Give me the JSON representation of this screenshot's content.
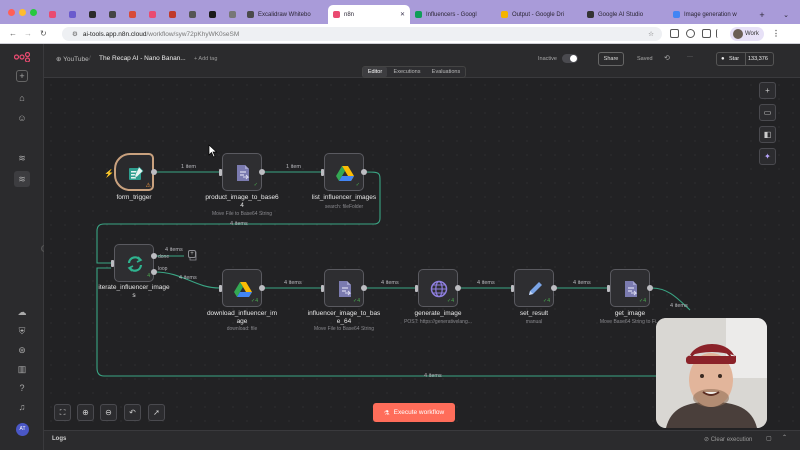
{
  "browser": {
    "tabs": [
      {
        "label": "Excalidraw Whitebo",
        "fav": "#4a4a4a"
      },
      {
        "label": "n8n",
        "fav": "#ea4b71"
      },
      {
        "label": "Influencers - Googl",
        "fav": "#0f9d58"
      },
      {
        "label": "Output - Google Dri",
        "fav": "#f4b400"
      },
      {
        "label": "Google AI Studio",
        "fav": "#333333"
      },
      {
        "label": "Image generation w",
        "fav": "#4285f4"
      }
    ],
    "url_host": "ai-tools.app.n8n.cloud",
    "url_path": "/workflow/syw72pKhyWK0seSM",
    "profile": "Work"
  },
  "header": {
    "project": "YouTube",
    "workflow_name": "The Recap AI - Nano Banan...",
    "add_tag": "+ Add tag",
    "tabs": [
      "Editor",
      "Executions",
      "Evaluations"
    ],
    "active_tab": "Editor",
    "inactive_label": "Inactive",
    "share_label": "Share",
    "saved_label": "Saved",
    "more_label": "···",
    "star_label": "Star",
    "star_count": "133,376"
  },
  "nodes": [
    {
      "id": "form_trigger",
      "label": "form_trigger",
      "sub": ""
    },
    {
      "id": "product_image_to_base64",
      "label": "product_image_to_base6\n4",
      "sub": "Move File to Base64 String"
    },
    {
      "id": "list_influencer_images",
      "label": "list_influencer_images",
      "sub": "search: fileFolder"
    },
    {
      "id": "iterate_influencer_images",
      "label": "iterate_influencer_image\ns",
      "sub": ""
    },
    {
      "id": "download_influencer_image",
      "label": "download_influencer_im\nage",
      "sub": "download: file"
    },
    {
      "id": "influencer_image_to_base_64",
      "label": "influencer_image_to_bas\ne_64",
      "sub": "Move File to Base64 String"
    },
    {
      "id": "generate_image",
      "label": "generate_image",
      "sub": "POST: https://generativelang..."
    },
    {
      "id": "set_result",
      "label": "set_result",
      "sub": "manual"
    },
    {
      "id": "get_image",
      "label": "get_image",
      "sub": "Move Base64 String to Fi..."
    }
  ],
  "edges": {
    "e1": "1 item",
    "e2": "1 item",
    "loopback": "4 items",
    "done": "4 items",
    "done_port": "done",
    "loop_port": "loop",
    "loop": "4 items",
    "e5": "4 items",
    "e6": "4 items",
    "e7": "4 items",
    "e8": "4 items",
    "e9": "4 items",
    "bottom": "4 items"
  },
  "badges": {
    "n4": "4",
    "n5": "4",
    "n6": "4",
    "n7": "4",
    "n8": "4",
    "n9": "4"
  },
  "canvas_controls": {
    "execute_label": "Execute workflow"
  },
  "footer": {
    "logs": "Logs",
    "clear": "Clear execution"
  },
  "sidebar": {
    "avatar": "AT"
  },
  "colors": {
    "accent": "#ff6d5a",
    "trigger_border": "#c9a17e",
    "edge": "#3aa584",
    "active_tab_bg": "#3d3d40"
  }
}
